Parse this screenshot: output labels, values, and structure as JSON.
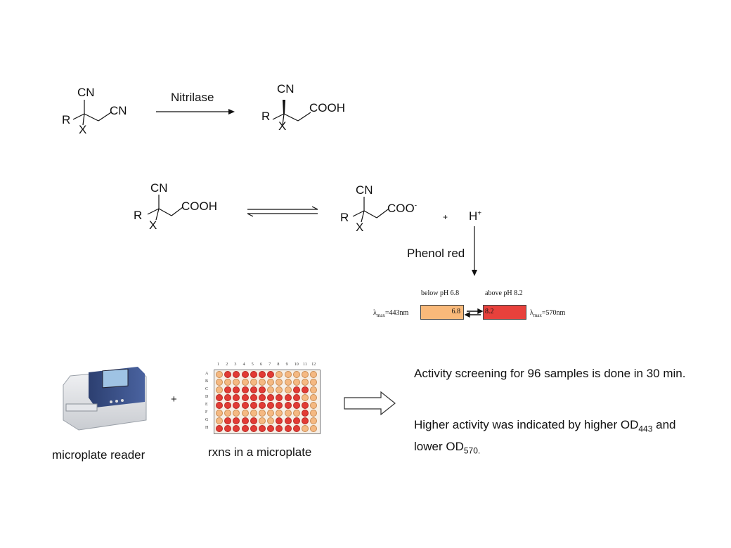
{
  "reaction1": {
    "reactant": {
      "top": "CN",
      "right": "CN",
      "left": "R",
      "bottom": "X"
    },
    "enzyme": "Nitrilase",
    "product": {
      "top": "CN",
      "right": "COOH",
      "left": "R",
      "bottom": "X"
    }
  },
  "reaction2": {
    "acid": {
      "top": "CN",
      "right": "COOH",
      "left": "R",
      "bottom": "X"
    },
    "anion": {
      "top": "CN",
      "right": "COO",
      "charge": "-",
      "left": "R",
      "bottom": "X"
    },
    "plus": "+",
    "proton": "H",
    "proton_charge": "+",
    "indicator": "Phenol red"
  },
  "ph_indicator": {
    "below_label": "below pH 6.8",
    "above_label": "above pH 8.2",
    "left_value": "6.8",
    "right_value": "8.2",
    "left_lambda_prefix": "λ",
    "left_lambda_sub": "max",
    "left_lambda_suffix": "=443nm",
    "right_lambda_prefix": "λ",
    "right_lambda_sub": "max",
    "right_lambda_suffix": "=570nm",
    "colors": {
      "low": "#f9b97a",
      "high": "#e8413c"
    }
  },
  "screening": {
    "reader_label": "microplate reader",
    "plus": "+",
    "plate_label": "rxns in a microplate",
    "plate_columns": [
      "1",
      "2",
      "3",
      "4",
      "5",
      "6",
      "7",
      "8",
      "9",
      "10",
      "11",
      "12"
    ],
    "plate_rows": [
      "A",
      "B",
      "C",
      "D",
      "E",
      "F",
      "G",
      "H"
    ],
    "well_pattern": [
      "ORRRRRROOOOO",
      "OOOOOOOOOOOO",
      "ORRRRROOORRO",
      "RRRRRRRRRROO",
      "RRRRRRRRRRRO",
      "OOOOOOOOOORO",
      "ORRRROORRRRO",
      "RRRRRRRRRROO"
    ],
    "well_colors": {
      "O": "#f5b982",
      "R": "#e23b35"
    },
    "statement1": "Activity screening for 96 samples is done in 30 min.",
    "statement2_a": "Higher activity was indicated by higher OD",
    "statement2_sub1": "443",
    "statement2_b": " and",
    "statement3_a": "lower OD",
    "statement3_sub": "570."
  }
}
